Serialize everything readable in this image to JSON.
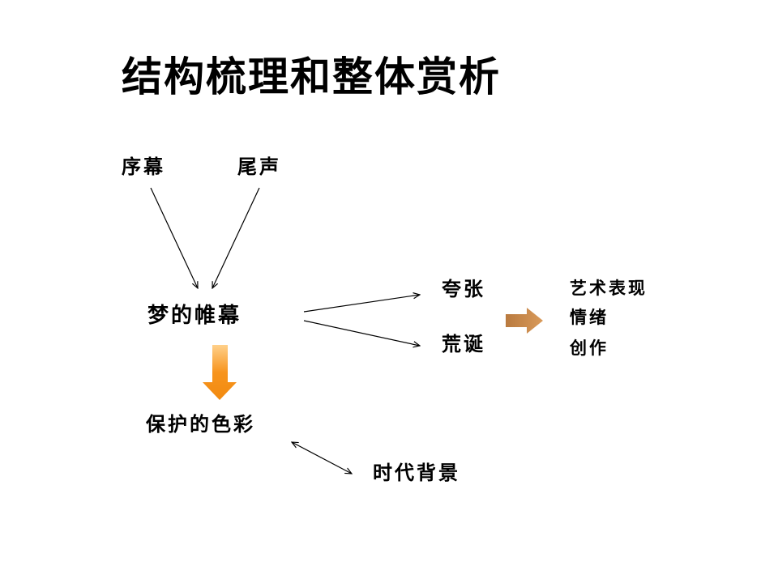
{
  "title": "结构梳理和整体赏析",
  "nodes": {
    "prologue": "序幕",
    "epilogue": "尾声",
    "dream_curtain": "梦的帷幕",
    "exaggeration": "夸张",
    "absurdity": "荒诞",
    "protective_color": "保护的色彩",
    "era_background": "时代背景"
  },
  "result_list": [
    "艺术表现",
    "情绪",
    "创作"
  ],
  "colors": {
    "background": "#ffffff",
    "text": "#000000",
    "orange_arrow": "#f7941d",
    "brown_arrow": "#c8884a"
  }
}
